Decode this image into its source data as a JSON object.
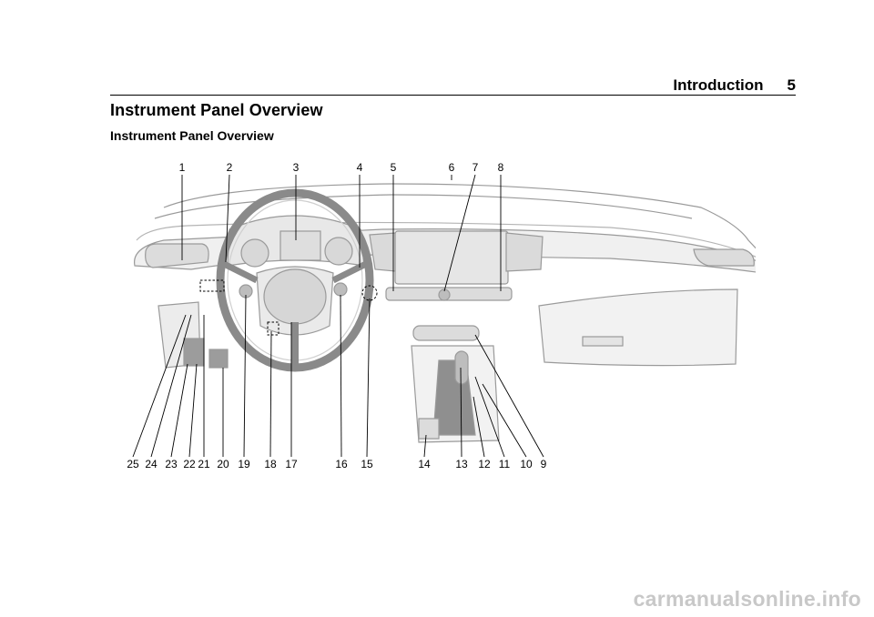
{
  "header": {
    "section": "Introduction",
    "page_number": "5"
  },
  "title": "Instrument Panel Overview",
  "figure": {
    "caption_title": "Instrument Panel Overview",
    "callouts_top": [
      "1",
      "2",
      "3",
      "4",
      "5",
      "6",
      "7",
      "8"
    ],
    "callouts_bottom": [
      "25",
      "24",
      "23",
      "22",
      "21",
      "20",
      "19",
      "18",
      "17",
      "16",
      "15",
      "14",
      "13",
      "12",
      "11",
      "10",
      "9"
    ]
  },
  "watermark": "carmanualsonline.info"
}
